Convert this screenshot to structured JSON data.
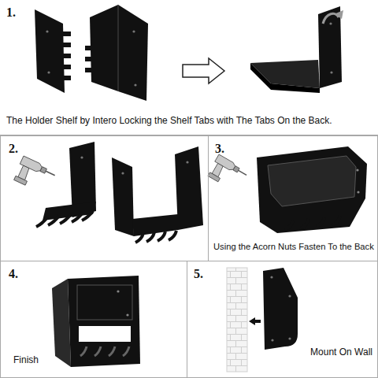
{
  "diagram": {
    "nodes": [
      {
        "text": [
          "1.",
          "The Holder Shelf by Intero Locking the Shelf Tabs with The Tabs On the Back."
        ]
      },
      {
        "text": [
          "2."
        ]
      },
      {
        "text": [
          "3.",
          "Using the Acorn Nuts Fasten To the Back"
        ]
      },
      {
        "text": [
          "4.",
          "Finish"
        ]
      },
      {
        "text": [
          "5.",
          "Mount On Wall"
        ]
      }
    ]
  }
}
